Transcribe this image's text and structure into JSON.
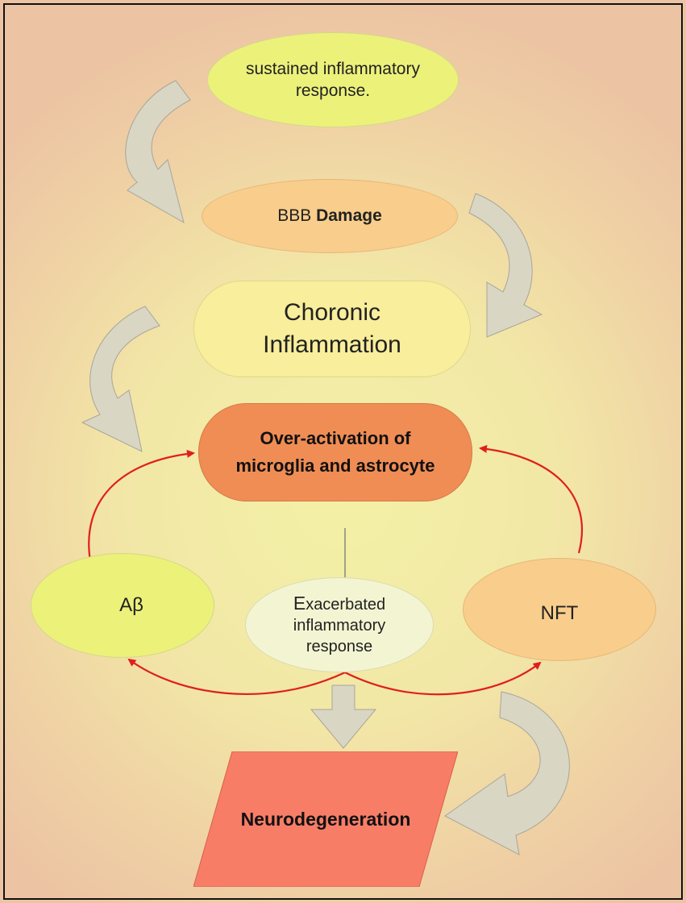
{
  "nodes": {
    "sustained": "sustained inflammatory response.",
    "bbb_prefix": "BBB",
    "bbb_bold": "Damage",
    "chronic": "Choronic Inflammation",
    "overactivation": "Over-activation of microglia and astrocyte",
    "abeta": "Aβ",
    "exacerbated_first": "E",
    "exacerbated_rest": "xacerbated inflammatory response",
    "nft": "NFT",
    "neurodegeneration": "Neurodegeneration"
  },
  "colors": {
    "arrow_fill": "#d9d6c4",
    "arrow_stroke": "#a8a59a",
    "red_arrow": "#e01e1e",
    "yellow_green": "#ecf17a",
    "orange_light": "#f9cd8b",
    "light_yellow": "#f8ee9b",
    "orange_dark": "#f08d54",
    "pale": "#f3f5d2",
    "salmon": "#f87d67"
  }
}
